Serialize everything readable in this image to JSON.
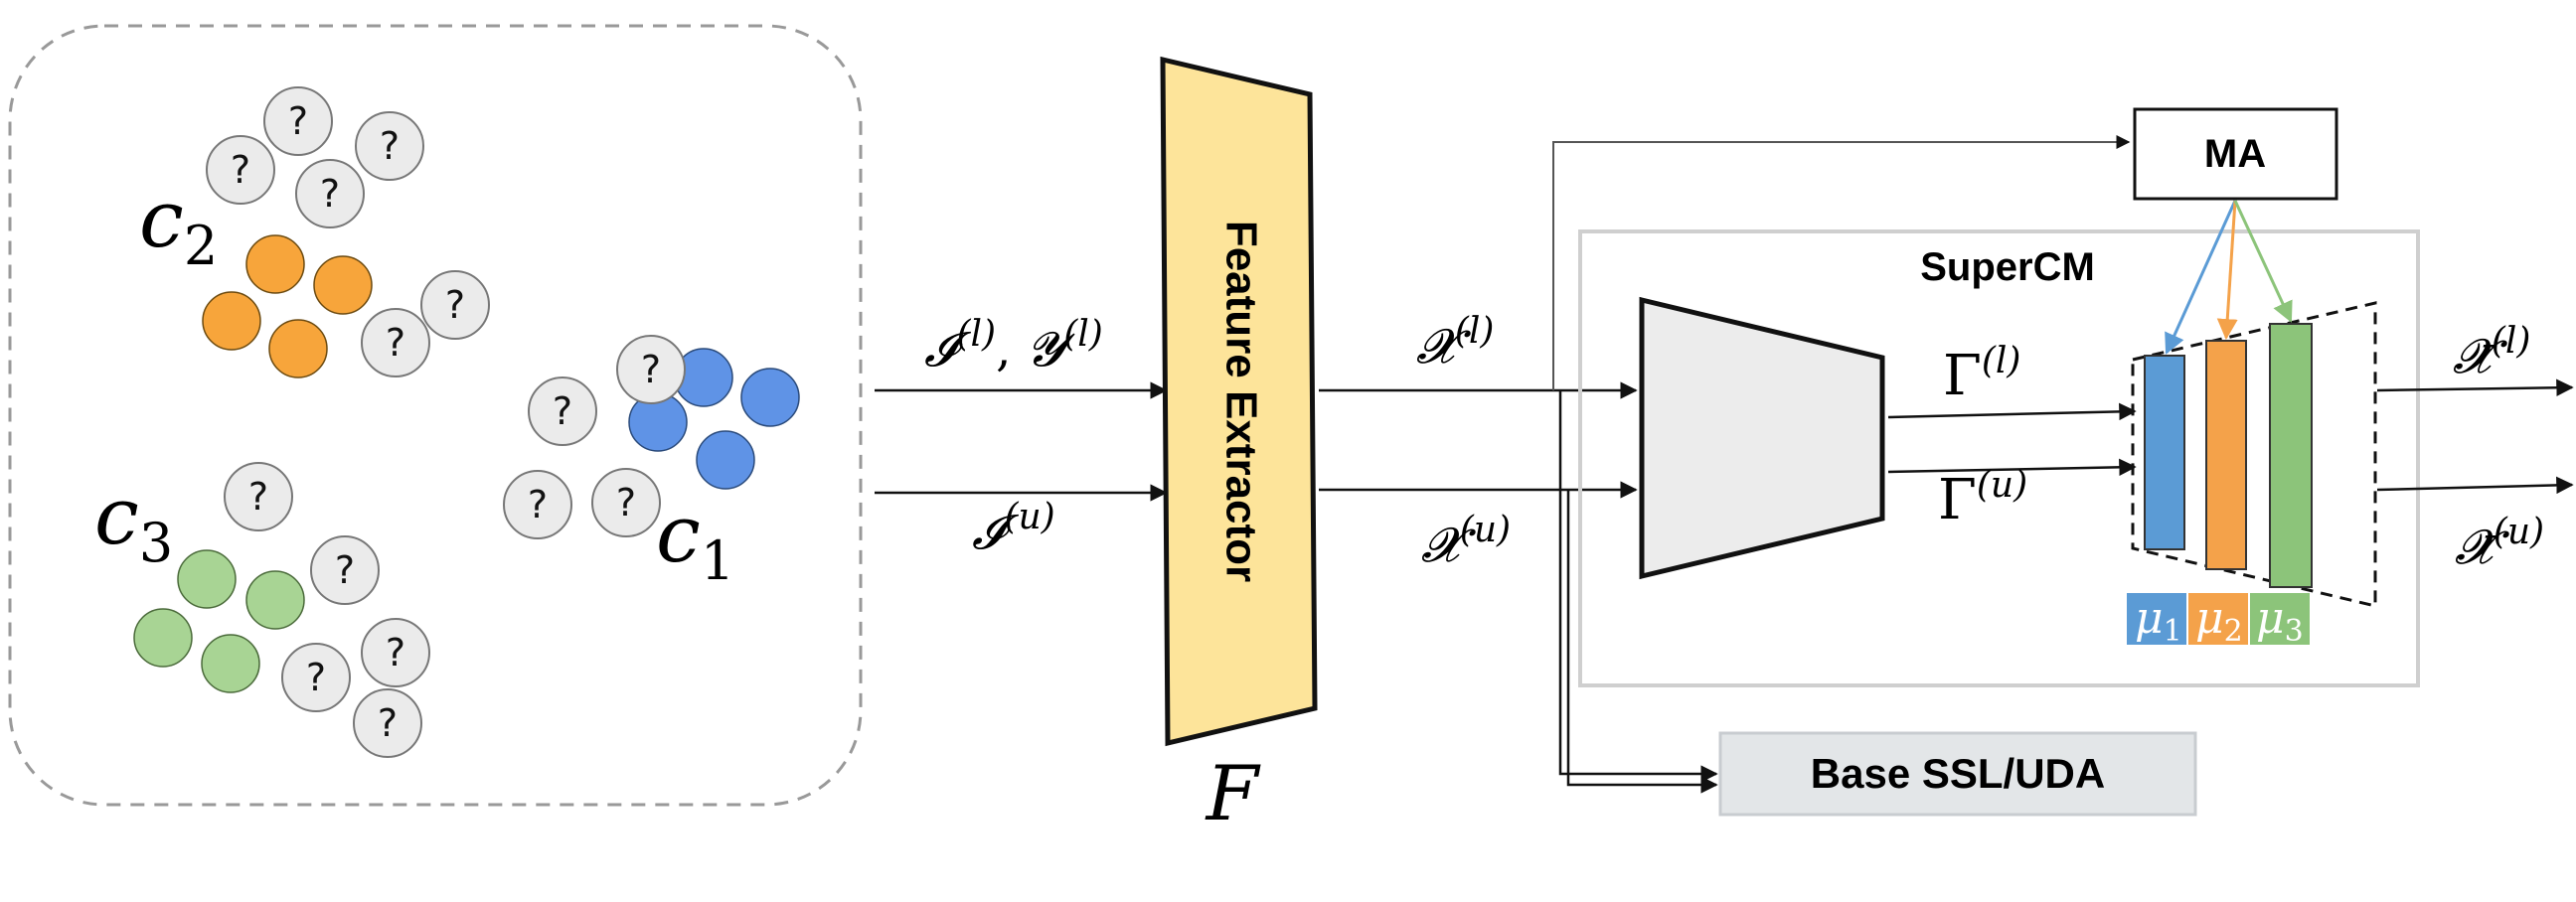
{
  "cluster_panel": {
    "question_mark": "?",
    "class_labels": [
      {
        "base": "c",
        "sub": "2"
      },
      {
        "base": "c",
        "sub": "3"
      },
      {
        "base": "c",
        "sub": "1"
      }
    ]
  },
  "inputs": {
    "labeled_base": "𝓘",
    "labeled_sup": "(l)",
    "labeled_sep": ", ",
    "labeled_y_base": "𝓨",
    "labeled_y_sup": "(l)",
    "unlabeled_base": "𝓘",
    "unlabeled_sup": "(u)"
  },
  "feature_extractor": {
    "label": "Feature Extractor",
    "symbol": "F",
    "color": "#fde49a"
  },
  "features": {
    "labeled_base": "𝓧",
    "labeled_sup": "(l)",
    "unlabeled_base": "𝓧",
    "unlabeled_sup": "(u)"
  },
  "supercm": {
    "title": "SuperCM",
    "gamma_l_base": "Γ",
    "gamma_l_sup": "(l)",
    "gamma_u_base": "Γ",
    "gamma_u_sup": "(u)",
    "centroids": [
      {
        "base": "μ",
        "sub": "1",
        "color": "#5b9bd5"
      },
      {
        "base": "μ",
        "sub": "2",
        "color": "#f4a24a"
      },
      {
        "base": "μ",
        "sub": "3",
        "color": "#8cc47a"
      }
    ]
  },
  "ma_label": "MA",
  "base_ssl_label": "Base SSL/UDA",
  "outputs": {
    "labeled_base": "𝓧̄",
    "labeled_sup": "(l)",
    "unlabeled_base": "𝓧̄",
    "unlabeled_sup": "(u)"
  },
  "colors": {
    "orange": "#f7a53b",
    "blue": "#5f93e6",
    "green": "#a8d494",
    "gray_circle": "#ebebeb"
  }
}
